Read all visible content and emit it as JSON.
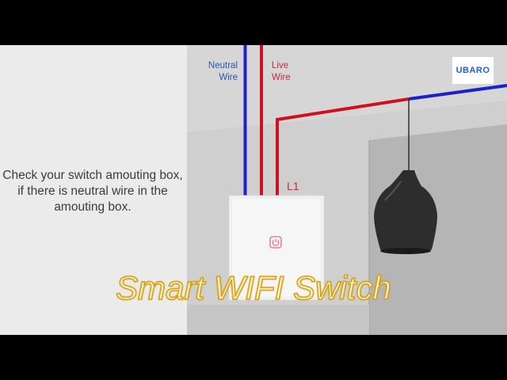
{
  "diagram": {
    "neutral_wire_label": "Neutral\nWire",
    "live_wire_label": "Live\nWire",
    "line_label": "L1",
    "instruction": "Check your switch amouting box, if there is neutral wire in the amouting box."
  },
  "brand": {
    "logo_text": "UBARO"
  },
  "caption": {
    "text": "Smart WIFI Switch"
  },
  "colors": {
    "neutral_wire": "#1d22c8",
    "live_wire": "#d0101f",
    "caption_fill": "#fff6d8",
    "caption_outline": "#d8a316",
    "power_icon": "#e86a8a"
  },
  "icons": {
    "switch_power": "power-icon",
    "lamp": "pendant-lamp-icon"
  }
}
